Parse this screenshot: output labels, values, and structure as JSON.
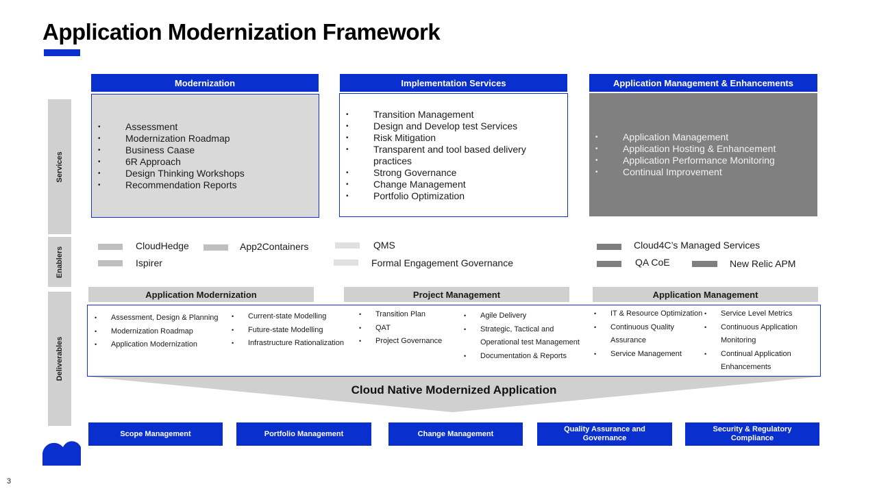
{
  "title": "Application Modernization Framework",
  "colors": {
    "brand": "#0a2fcf",
    "light_gray": "#d0d0d0",
    "dark_gray": "#808080"
  },
  "side_labels": {
    "services": "Services",
    "enablers": "Enablers",
    "deliverables": "Deliverables"
  },
  "services": [
    {
      "heading": "Modernization",
      "items": [
        "Assessment",
        "Modernization Roadmap",
        "Business Caase",
        "6R Approach",
        "Design Thinking Workshops",
        "Recommendation Reports"
      ]
    },
    {
      "heading": "Implementation Services",
      "items": [
        "Transition Management",
        "Design and Develop test Services",
        "Risk Mitigation",
        "Transparent and tool based delivery practices",
        "Strong Governance",
        "Change Management",
        "Portfolio Optimization"
      ]
    },
    {
      "heading": "Application Management & Enhancements",
      "items": [
        "Application Management",
        "Application Hosting & Enhancement",
        "Application Performance Monitoring",
        "Continual Improvement"
      ]
    }
  ],
  "enablers": {
    "cloudhedge": "CloudHedge",
    "app2containers": "App2Containers",
    "ispirer": "Ispirer",
    "qms": "QMS",
    "formal_engagement": "Formal Engagement Governance",
    "cloud4c": "Cloud4C’s Managed Services",
    "qa_coe": "QA CoE",
    "new_relic": "New Relic APM"
  },
  "deliverables": {
    "headings": [
      "Application Modernization",
      "Project Management",
      "Application Management"
    ],
    "am_col1": [
      "Assessment, Design & Planning",
      "Modernization Roadmap",
      "Application Modernization"
    ],
    "am_col2": [
      "Current-state Modelling",
      "Future-state Modelling",
      "Infrastructure Rationalization"
    ],
    "pm_col1": [
      "Transition Plan",
      "QAT",
      "Project Governance"
    ],
    "pm_col2": [
      "Agile Delivery",
      "Strategic, Tactical and Operational test Management",
      "Documentation & Reports"
    ],
    "apm_col1": [
      "IT & Resource Optimization",
      "Continuous Quality Assurance",
      "Service Management"
    ],
    "apm_col2": [
      "Service Level Metrics",
      "Continuous Application Monitoring",
      "Continual Application Enhancements"
    ]
  },
  "outcome": "Cloud Native Modernized Application",
  "pillars": [
    "Scope Management",
    "Portfolio Management",
    "Change Management",
    "Quality Assurance and Governance",
    "Security & Regulatory Compliance"
  ],
  "page_number": "3",
  "logo_icon": "cloud-logo-icon"
}
